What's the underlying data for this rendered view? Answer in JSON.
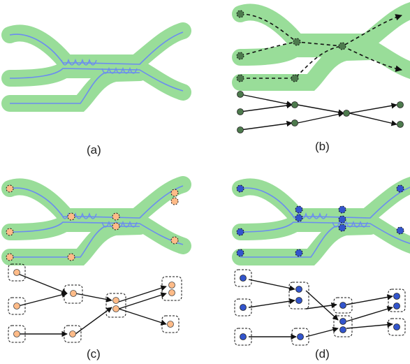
{
  "panels": [
    {
      "id": "a",
      "caption": "(a)"
    },
    {
      "id": "b",
      "caption": "(b)"
    },
    {
      "id": "c",
      "caption": "(c)"
    },
    {
      "id": "d",
      "caption": "(d)"
    }
  ],
  "colors": {
    "tube": "#99dd99",
    "fiber": "#6b8cf0",
    "node_b": "#4d7a4d",
    "node_c": "#ffbb88",
    "node_d": "#3355cc",
    "edge": "#111111"
  }
}
